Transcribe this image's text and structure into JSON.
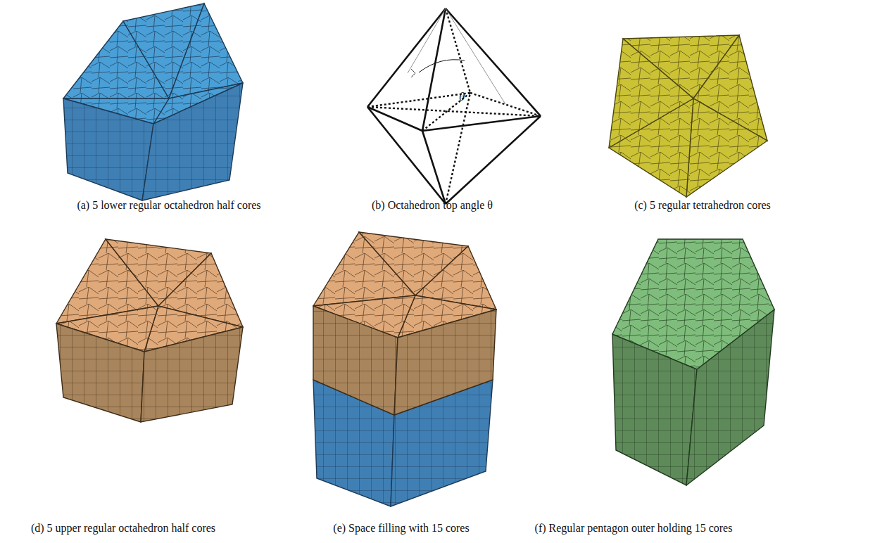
{
  "diagram": {
    "labels": [
      "(a) 5 lower regular octahedron half cores",
      "(b) Octahedron top angle θ",
      "θ",
      "(c) 5 regular tetrahedron cores",
      "(d) 5 upper regular octahedron half cores",
      "(e) Space filling with 15 cores",
      "(f) Regular pentagon outer holding 15 cores"
    ]
  }
}
